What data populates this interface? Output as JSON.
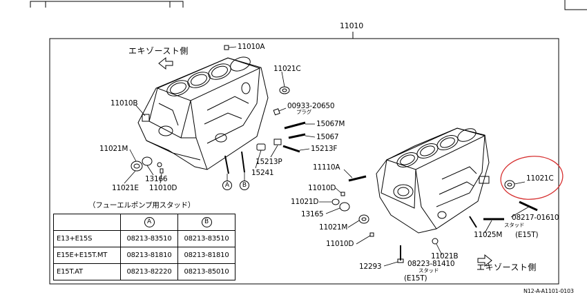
{
  "diagram": {
    "assembly_number": "11010",
    "exhaust_side_upper": "エキゾースト側",
    "exhaust_side_lower": "エキゾースト側",
    "parts": {
      "p11010A": "11010A",
      "p11021C_left": "11021C",
      "p11010B": "11010B",
      "p00933": "00933-20650",
      "plug_label": "プラグ",
      "p15067M": "15067M",
      "p15067": "15067",
      "p15213F": "15213F",
      "p15213P": "15213P",
      "p15241": "15241",
      "p11021M_left": "11021M",
      "p13166": "13166",
      "p11021E": "11021E",
      "p11010D_left": "11010D",
      "p11110A": "11110A",
      "p11010D_mid": "11010D",
      "p11021D": "11021D",
      "p13165": "13165",
      "p11021M_right": "11021M",
      "p11010D_low": "11010D",
      "p11021C_right": "11021C",
      "p08217": "08217-01610",
      "stud_label_1": "スタッド",
      "p11025M": "11025M",
      "e15t_1": "(E15T)",
      "p11021B": "11021B",
      "p08223": "08223-81410",
      "stud_label_2": "スタッド",
      "e15t_2": "(E15T)",
      "p12293": "12293"
    },
    "callout_a": "A",
    "callout_b": "B",
    "fuel_pump_stud_caption": "（フューエルポンプ用スタッド）",
    "table": {
      "header_a": "A",
      "header_b": "B",
      "rows": [
        {
          "model": "E13+E15S",
          "a": "08213-83510",
          "b": "08213-83510"
        },
        {
          "model": "E15E+E15T.MT",
          "a": "08213-81810",
          "b": "08213-81810"
        },
        {
          "model": "E15T.AT",
          "a": "08213-82220",
          "b": "08213-85010"
        }
      ]
    },
    "drawing_code": "N12-A-A1101-0103"
  },
  "icons": {
    "exhaust_arrow_upper": "hollow-arrow-icon",
    "exhaust_arrow_lower": "hollow-arrow-icon"
  },
  "colors": {
    "line": "#000000",
    "highlight": "#d62f2f",
    "background": "#ffffff"
  }
}
